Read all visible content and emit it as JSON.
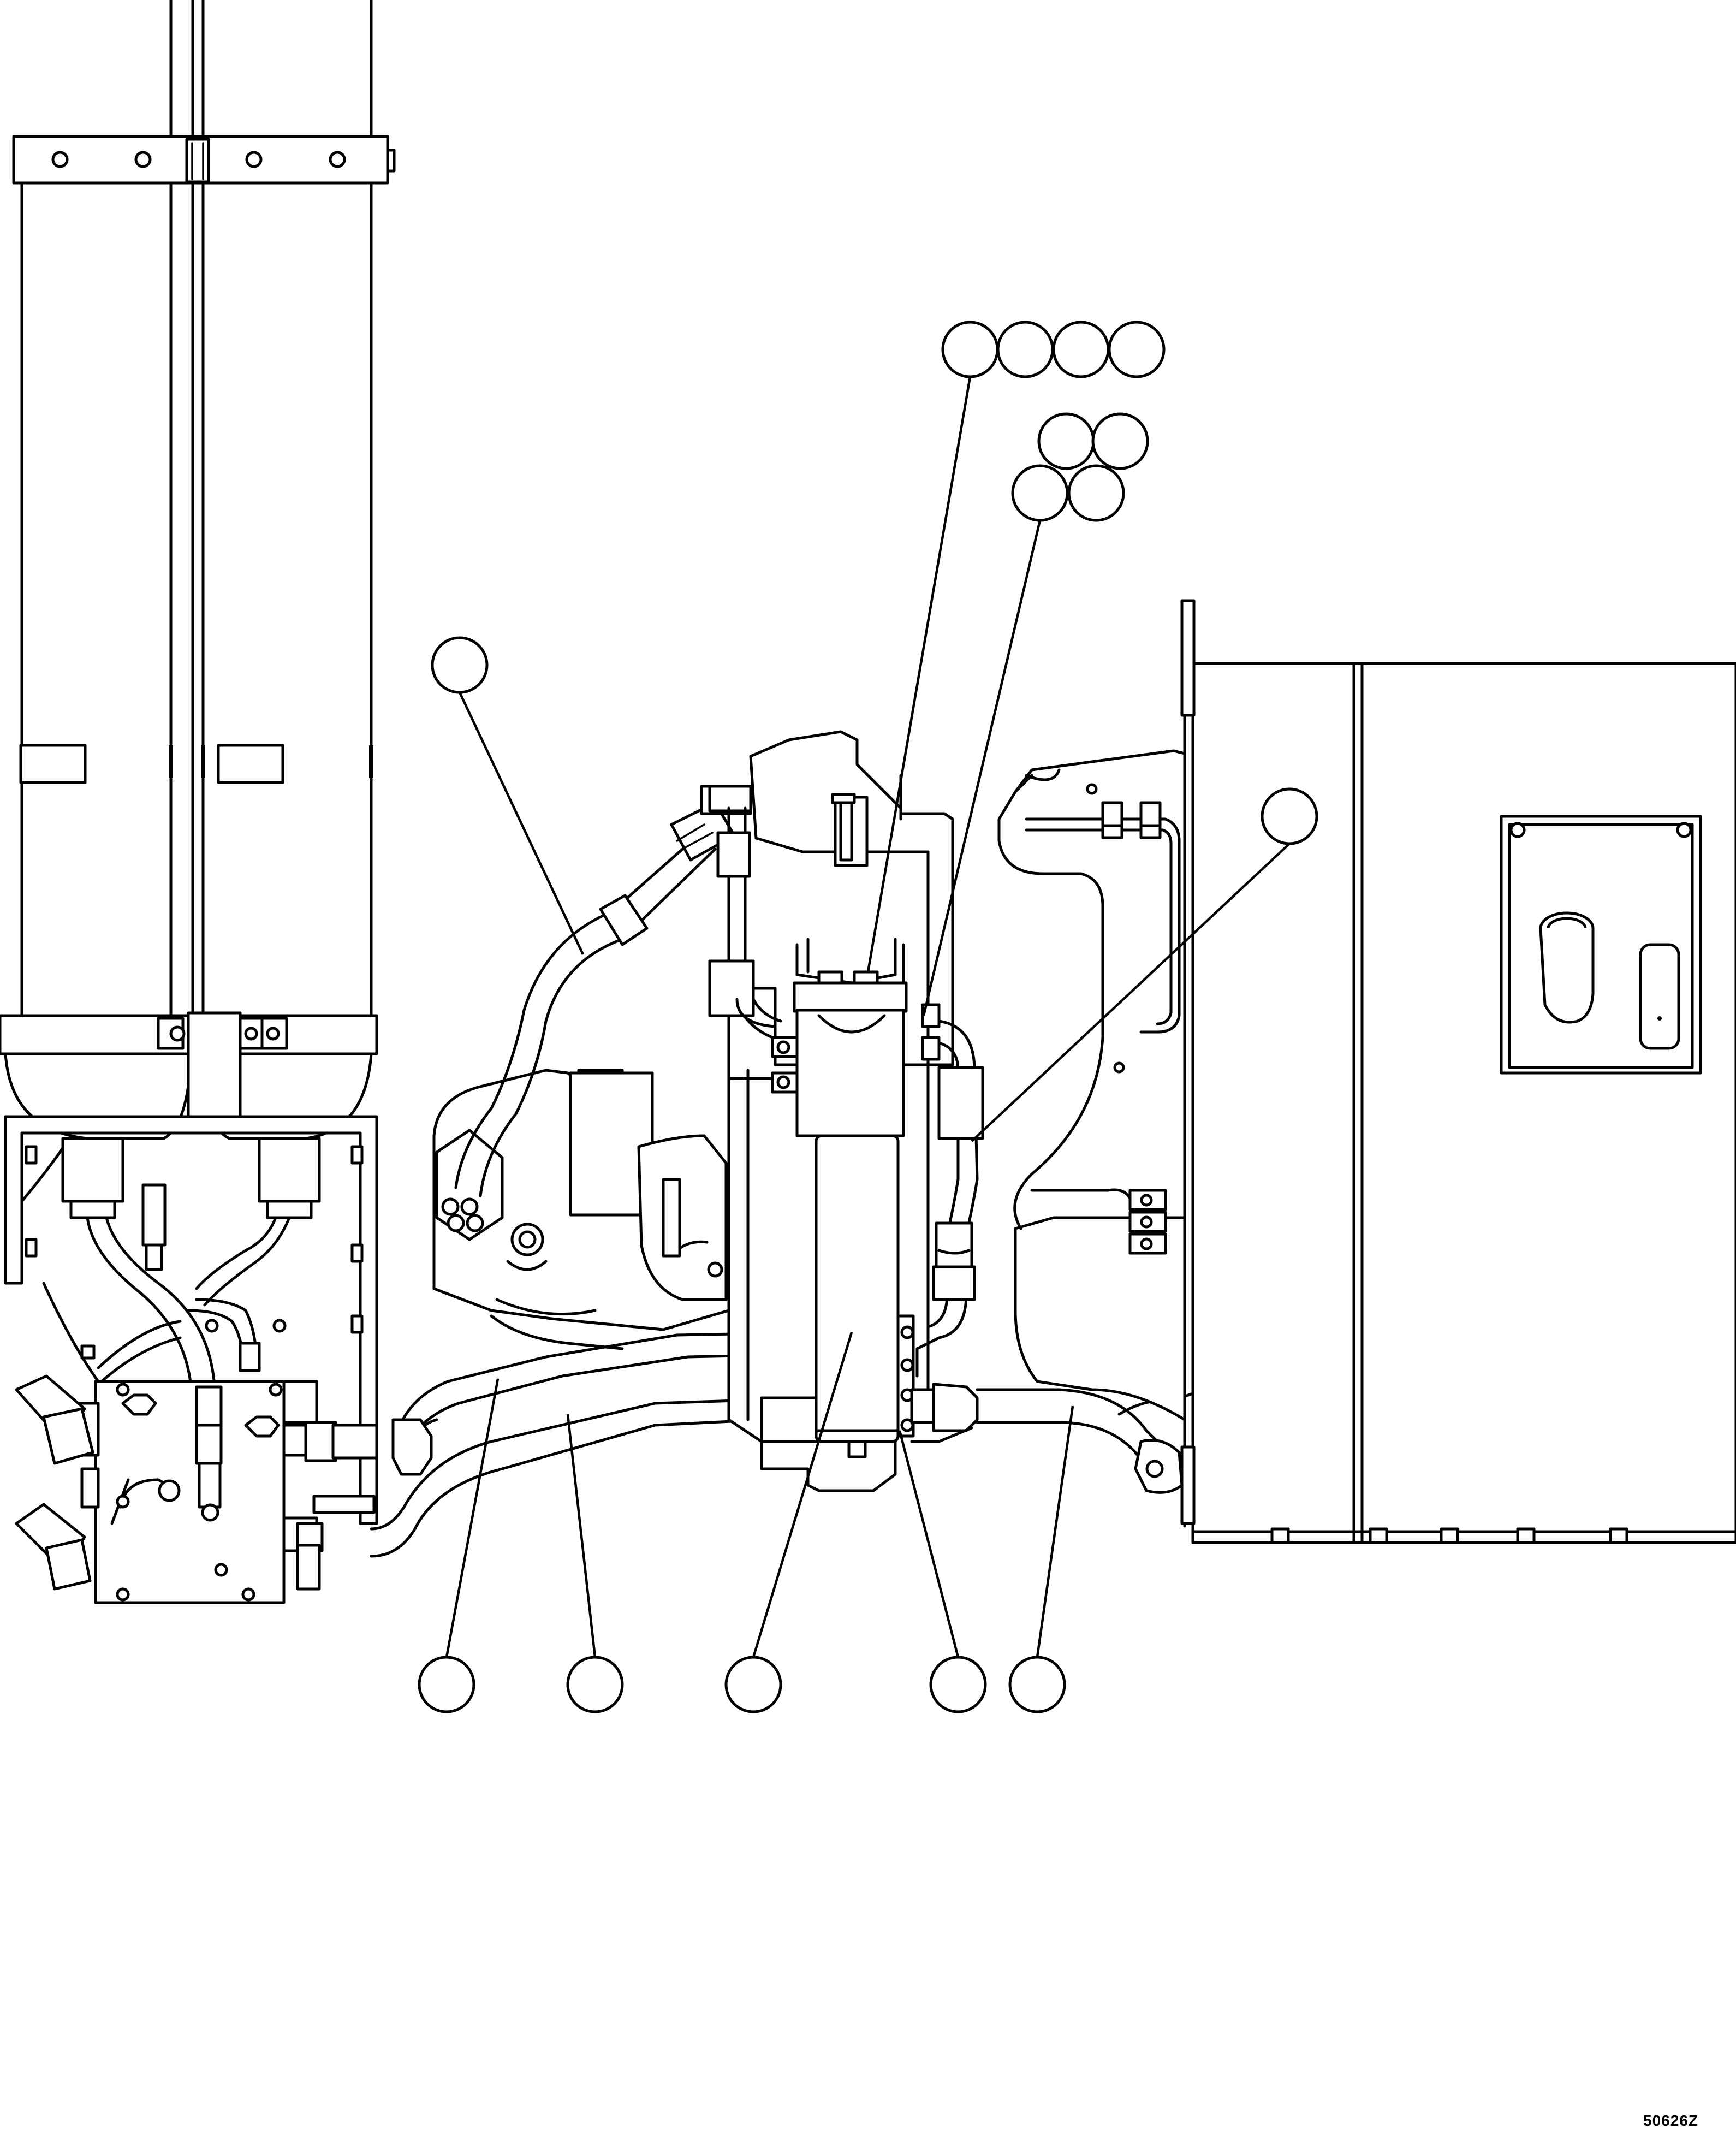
{
  "drawing_id": "50626Z",
  "balloon_groups": {
    "top_row_count": 4,
    "cluster_count": 4,
    "single_callouts": 1,
    "bottom_row_count": 5,
    "right_callouts": 1
  }
}
